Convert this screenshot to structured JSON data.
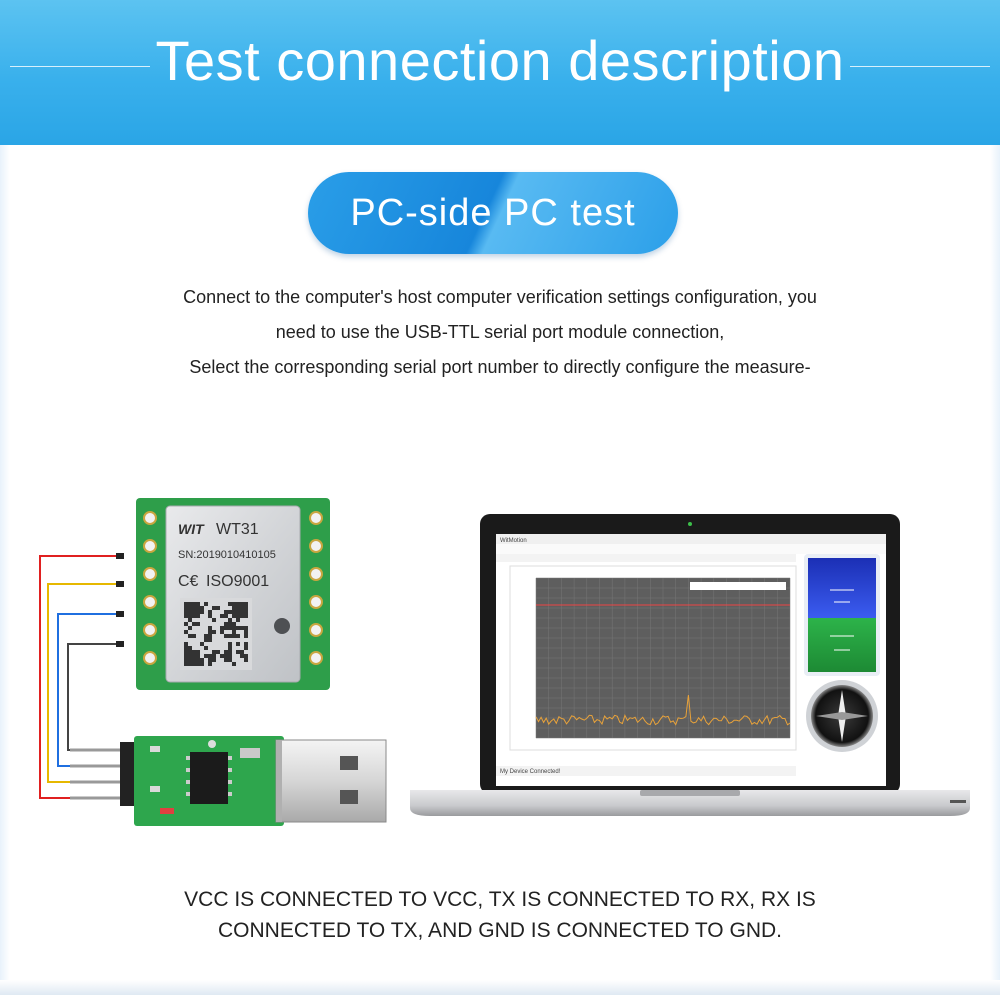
{
  "header": {
    "title": "Test connection description"
  },
  "pill": {
    "label": "PC-side PC test"
  },
  "description": {
    "lines": [
      "Connect to the computer's host computer verification settings configuration, you",
      "need to use the USB-TTL serial port module connection,",
      "Select the corresponding serial port number to directly configure the measure-"
    ]
  },
  "module": {
    "model": "WT31",
    "serial": "SN:2019010410105",
    "cert": "ISO9001"
  },
  "footer": {
    "lines": [
      "VCC IS CONNECTED TO VCC, TX IS CONNECTED TO RX, RX IS",
      "CONNECTED TO TX, AND GND IS CONNECTED TO GND."
    ]
  },
  "colors": {
    "banner": "#39b0ec",
    "wire_vcc": "#e02020",
    "wire_tx": "#e6b800",
    "wire_rx": "#1f6fe0",
    "wire_gnd": "#444444",
    "pcb_green": "#2e9e4a"
  }
}
